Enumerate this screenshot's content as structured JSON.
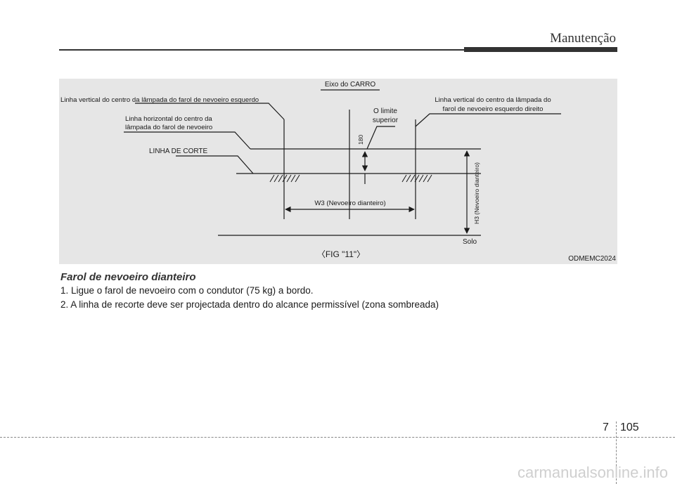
{
  "header": {
    "title": "Manutenção"
  },
  "figure": {
    "labels": {
      "eixo": "Eixo do CARRO",
      "vertical_left": "Linha vertical do centro da lâmpada do farol de nevoeiro esquerdo",
      "horizontal_1": "Linha horizontal do centro da",
      "horizontal_2": "lâmpada do farol de nevoeiro",
      "corte": "LINHA DE CORTE",
      "limite_1": "O limite",
      "limite_2": "superior",
      "vertical_right_1": "Linha vertical do centro da lâmpada do",
      "vertical_right_2": "farol de nevoeiro esquerdo direito",
      "dim_180": "180",
      "w3": "W3 (Nevoeiro dianteiro)",
      "h3": "H3 (Nevoeiro dianteiro)",
      "solo": "Solo",
      "caption": "〈FIG \"11\"〉",
      "code": "ODMEMC2024"
    }
  },
  "section": {
    "title": "Farol de nevoeiro dianteiro",
    "steps": [
      "1. Ligue o farol de nevoeiro com o condutor (75 kg) a bordo.",
      "2. A linha de recorte deve ser projectada dentro do alcance permissível (zona sombreada)"
    ]
  },
  "footer": {
    "chapter": "7",
    "page": "105",
    "watermark": "carmanualsonline.info"
  }
}
